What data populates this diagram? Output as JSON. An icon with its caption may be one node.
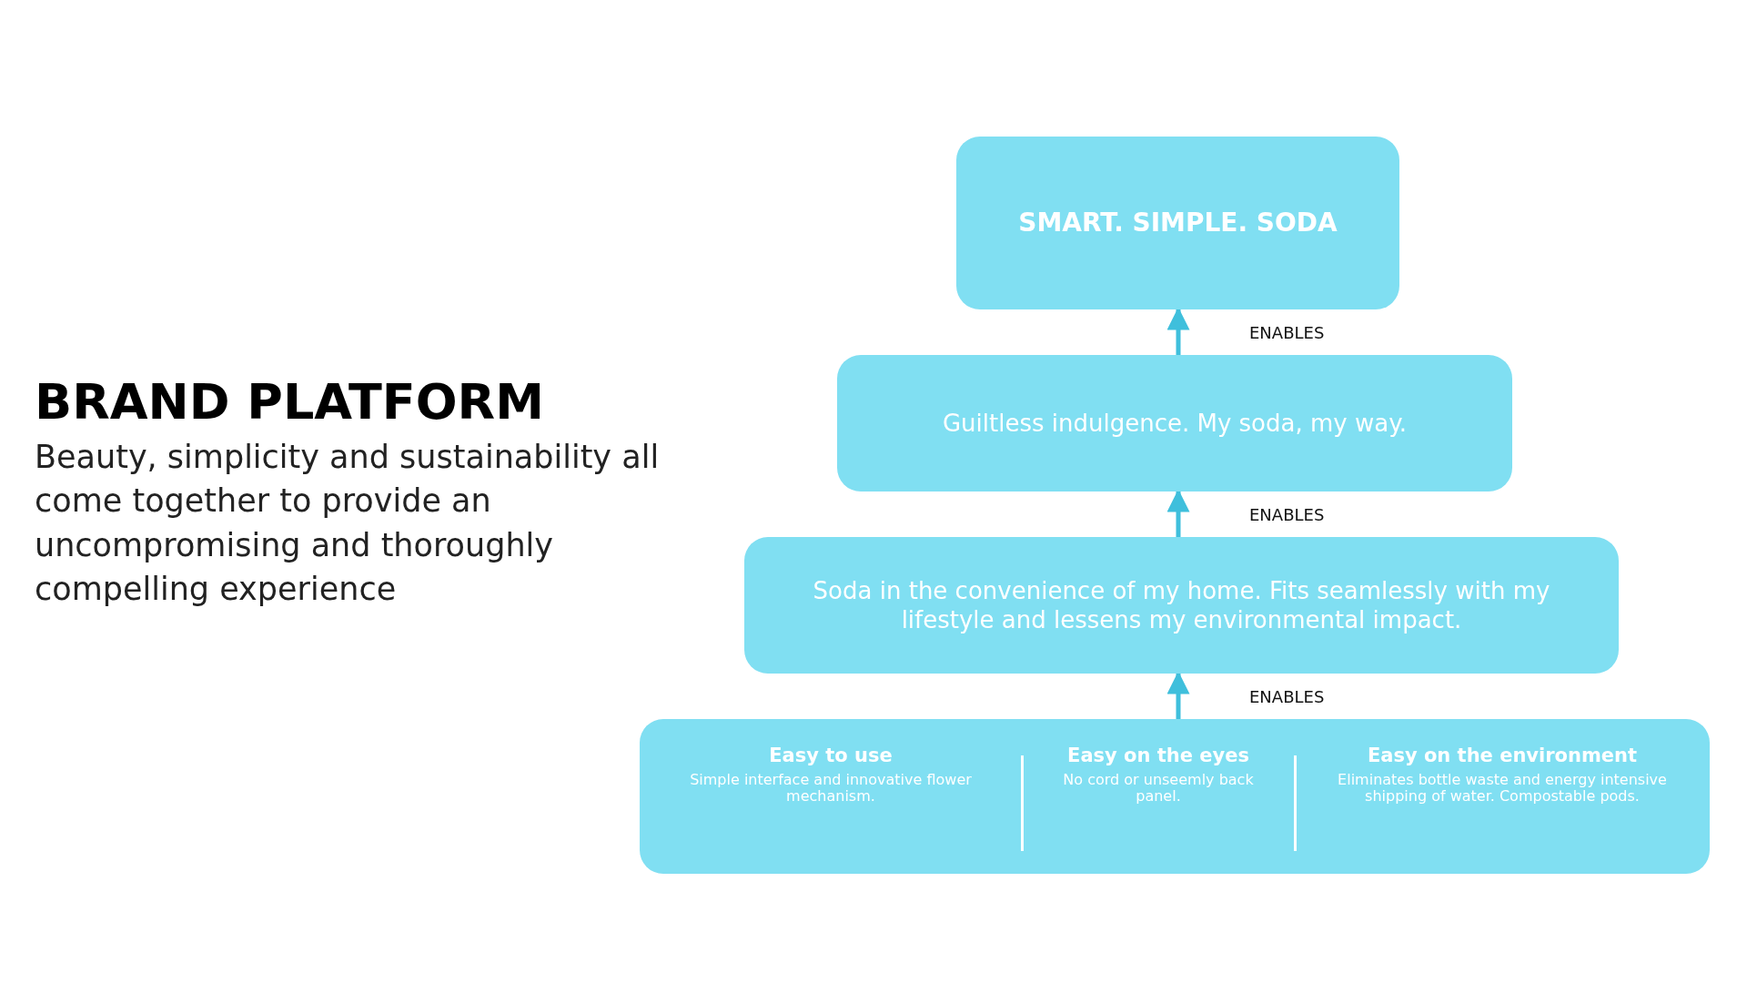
{
  "diagram": {
    "title": "BRAND PLATFORM",
    "nodes": [
      {
        "text": [
          "SMART. SIMPLE. SODA"
        ]
      },
      {
        "text": [
          "Guiltless indulgence. My soda, my way."
        ]
      },
      {
        "text": [
          "Soda in the convenience of my home. Fits seamlessly with my lifestyle and lessens my environmental impact."
        ]
      },
      {
        "text": [],
        "shape": "box"
      },
      {
        "text": [
          "Easy to use",
          "Simple interface and innovative flower mechanism."
        ],
        "in": 3
      },
      {
        "text": [
          "Easy on the eyes",
          "No cord or unseemly back panel."
        ],
        "in": 3
      },
      {
        "text": [
          "Easy on the environment",
          "Eliminates bottle waste and energy intensive shipping of water. Compostable pods."
        ],
        "in": 3
      }
    ],
    "edges": [
      {
        "from": 1,
        "to": 0,
        "label": "ENABLES",
        "arrow": "to"
      },
      {
        "from": 2,
        "to": 1,
        "label": "ENABLES",
        "arrow": "to"
      },
      {
        "from": 3,
        "to": 2,
        "label": "ENABLES",
        "arrow": "to"
      }
    ],
    "labels": [
      "Beauty, simplicity and sustainability all come together to provide an uncompromising and thoroughly compelling experience"
    ]
  }
}
